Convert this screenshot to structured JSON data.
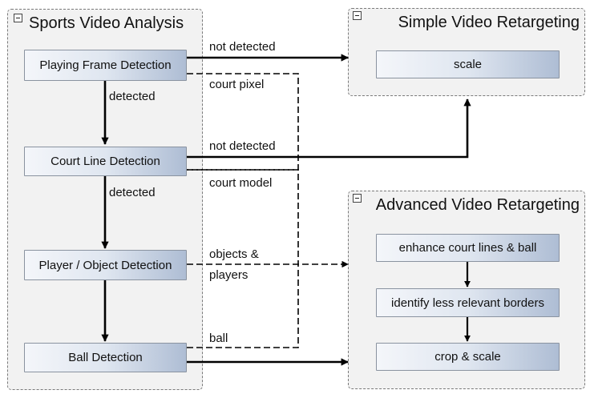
{
  "groups": {
    "sports": {
      "title": "Sports Video Analysis",
      "collapse_icon": "minus-box-icon"
    },
    "simple": {
      "title": "Simple Video Retargeting",
      "collapse_icon": "minus-box-icon"
    },
    "advanced": {
      "title": "Advanced Video Retargeting",
      "collapse_icon": "minus-box-icon"
    }
  },
  "nodes": {
    "playing_frame": "Playing Frame Detection",
    "court_line": "Court Line Detection",
    "player_object": "Player / Object Detection",
    "ball": "Ball Detection",
    "scale": "scale",
    "enhance": "enhance court lines & ball",
    "identify": "identify less relevant borders",
    "crop": "crop & scale"
  },
  "edge_labels": {
    "not_detected_1": "not detected",
    "court_pixel": "court pixel",
    "detected_1": "detected",
    "not_detected_2": "not detected",
    "court_model": "court model",
    "detected_2": "detected",
    "objects_line1": "objects &",
    "objects_line2": "players",
    "ball": "ball"
  },
  "colors": {
    "group_fill": "#f2f2f2",
    "group_border": "#7a7a7a",
    "node_gradient_start": "#f4f6fa",
    "node_gradient_end": "#aebdd4",
    "edge": "#000000"
  }
}
